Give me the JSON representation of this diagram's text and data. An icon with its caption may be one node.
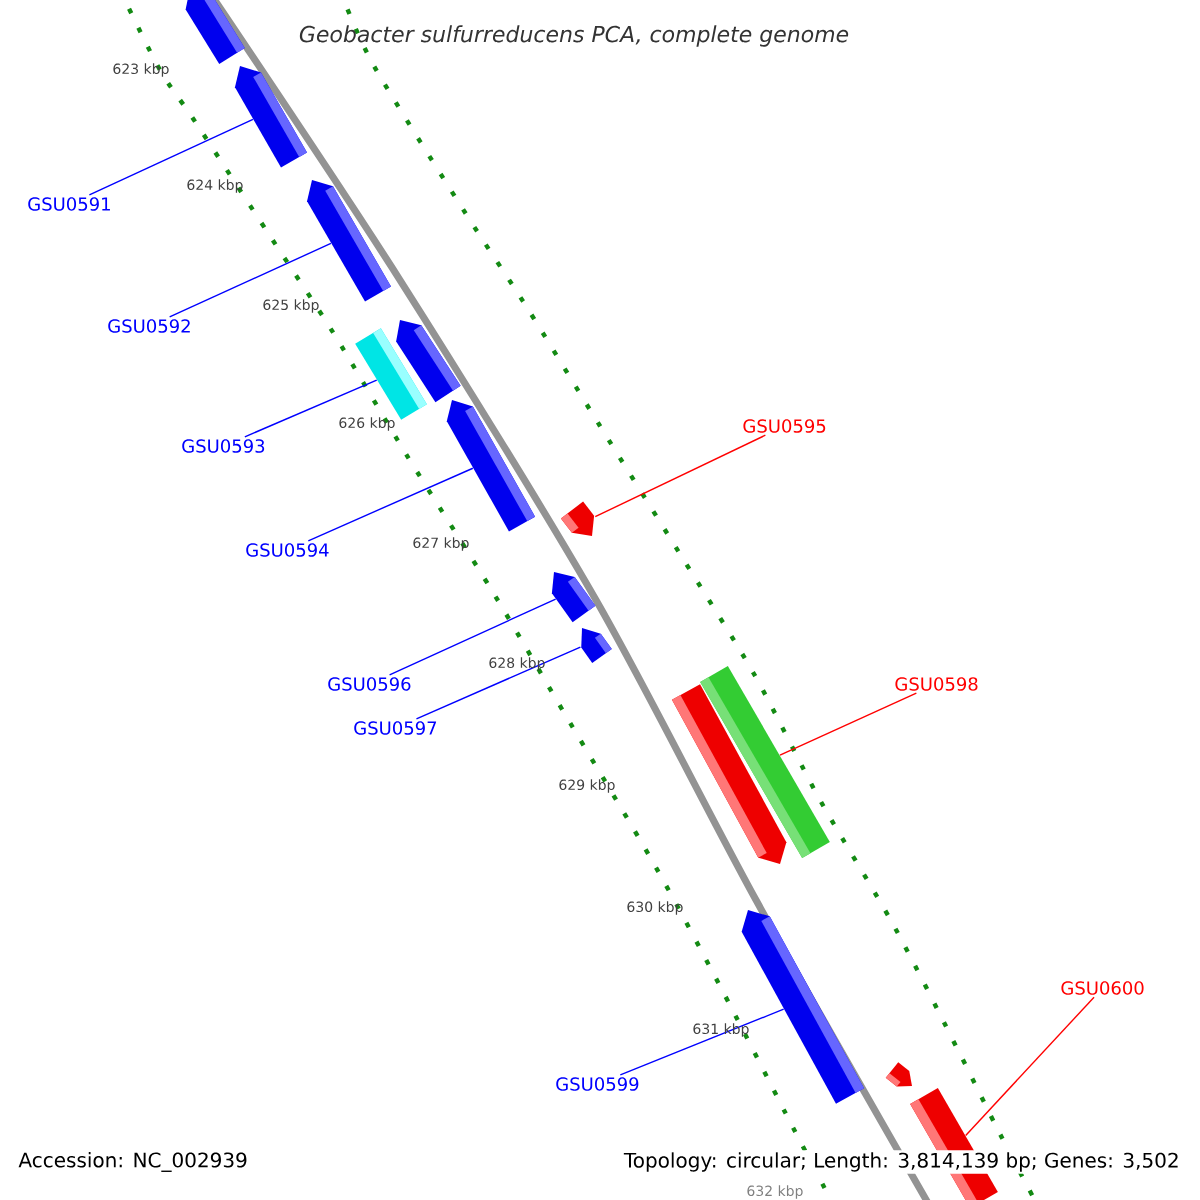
{
  "diagram": {
    "title": "Geobacter sulfurreducens PCA, complete genome",
    "nodes": [
      {
        "text": [],
        "shape": "bar"
      },
      {
        "text": [],
        "shape": "bar"
      },
      {
        "text": [],
        "shape": "bar"
      },
      {
        "text": [],
        "shape": "bar"
      },
      {
        "text": [],
        "shape": "bar"
      },
      {
        "text": [],
        "shape": "bar"
      },
      {
        "text": [],
        "shape": "bar"
      },
      {
        "text": [],
        "shape": "bar"
      },
      {
        "text": [],
        "shape": "bar"
      },
      {
        "text": [],
        "shape": "bar"
      },
      {
        "text": [],
        "shape": "bar"
      },
      {
        "text": [],
        "shape": "bar"
      },
      {
        "text": [],
        "shape": "bar"
      },
      {
        "text": [],
        "shape": "bar"
      },
      {
        "text": [
          "GSU0591"
        ]
      },
      {
        "text": [
          "GSU0592"
        ]
      },
      {
        "text": [
          "GSU0595"
        ]
      },
      {
        "text": [
          "GSU0593"
        ]
      },
      {
        "text": [
          "GSU0594"
        ]
      },
      {
        "text": [
          "GSU0596"
        ]
      },
      {
        "text": [
          "GSU0598"
        ]
      },
      {
        "text": [
          "GSU0597"
        ]
      },
      {
        "text": [
          "GSU0600"
        ]
      },
      {
        "text": [
          "GSU0599"
        ]
      }
    ],
    "edges": [
      {
        "from": 14,
        "to": 1,
        "arrow": "none"
      },
      {
        "from": 15,
        "to": 2,
        "arrow": "none"
      },
      {
        "from": 16,
        "to": 6,
        "arrow": "none",
        "color": "#ff0000"
      },
      {
        "from": 17,
        "to": 4,
        "arrow": "none"
      },
      {
        "from": 18,
        "to": 5,
        "arrow": "none"
      },
      {
        "from": 19,
        "to": 7,
        "arrow": "none"
      },
      {
        "from": 20,
        "to": 9,
        "arrow": "none",
        "color": "#ff0000"
      },
      {
        "from": 21,
        "to": 8,
        "arrow": "none"
      },
      {
        "from": 22,
        "to": 13,
        "arrow": "none",
        "color": "#ff0000"
      },
      {
        "from": 23,
        "to": 11,
        "arrow": "none"
      }
    ],
    "labels": [
      "623 kbp",
      "624 kbp",
      "625 kbp",
      "626 kbp",
      "627 kbp",
      "628 kbp",
      "629 kbp",
      "630 kbp",
      "631 kbp",
      "632 kbp",
      "Accession: NC_002939",
      "Topology: circular; Length: 3,814,139 bp; Genes: 3,502"
    ]
  }
}
